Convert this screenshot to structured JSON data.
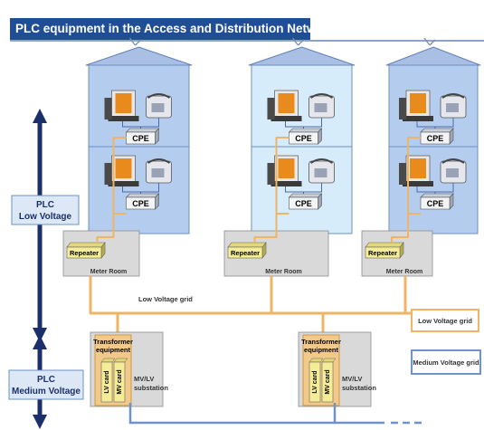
{
  "title": "PLC equipment in the Access and Distribution Network",
  "side_labels": {
    "low": [
      "PLC",
      "Low Voltage"
    ],
    "medium": [
      "PLC",
      "Medium Voltage"
    ]
  },
  "device_labels": {
    "cpe": "CPE",
    "repeater": "Repeater",
    "meter_room": "Meter Room",
    "transformer": [
      "Transformer",
      "equipment"
    ],
    "lv_card": "LV card",
    "mv_card": "MV card",
    "substation": [
      "MV/LV",
      "substation"
    ]
  },
  "grid_label": "Low Voltage grid",
  "legend": {
    "low": "Low Voltage grid",
    "medium": "Medium Voltage grid"
  },
  "colors": {
    "title_bg": "#1f4e96",
    "building_dark": "#b4cdef",
    "building_light": "#d6ecfb",
    "low_voltage_line": "#efb566",
    "medium_voltage_line": "#6f92cc",
    "arrow": "#1b2f6b",
    "label_box": "#dde8f7"
  }
}
